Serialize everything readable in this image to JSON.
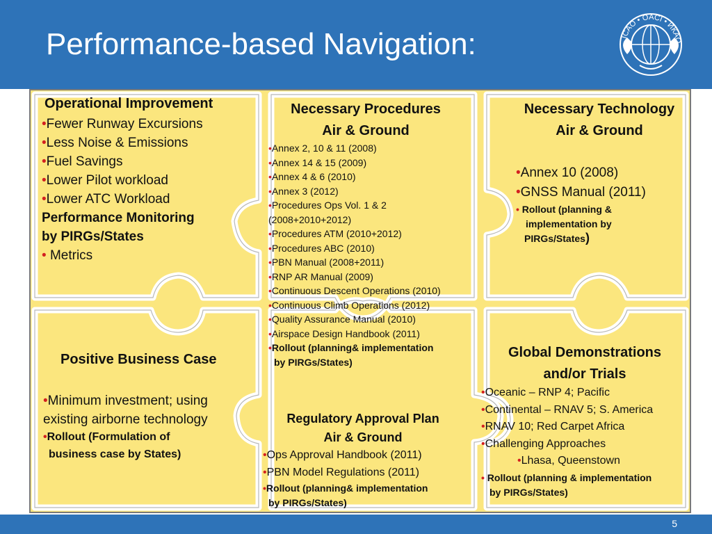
{
  "slide": {
    "title": "Performance-based Navigation:",
    "page_number": "5",
    "colors": {
      "title_bar": "#2e73b8",
      "puzzle_fill": "#fbe67e",
      "bullet": "#d32020"
    },
    "logo": {
      "icon": "icao-emblem-icon",
      "ring_text": "ICAO • OACI • ИКАО"
    }
  },
  "puzzle": {
    "operational": {
      "heading": "Operational Improvement",
      "items": [
        "Fewer Runway Excursions",
        "Less Noise & Emissions",
        "Fuel Savings",
        "Lower Pilot workload",
        "Lower ATC Workload"
      ],
      "monitoring_line1": "Performance Monitoring",
      "monitoring_line2": "by PIRGs/States",
      "metrics": "Metrics"
    },
    "procedures": {
      "heading_line1": "Necessary Procedures",
      "heading_line2": "Air & Ground",
      "items": [
        "Annex 2, 10 & 11 (2008)",
        "Annex 14 & 15 (2009)",
        "Annex 4 & 6 (2010)",
        "Annex 3 (2012)",
        "Procedures Ops Vol. 1 & 2",
        "(2008+2010+2012)",
        "Procedures ATM (2010+2012)",
        "Procedures ABC (2010)",
        "PBN Manual (2008+2011)",
        "RNP AR Manual (2009)",
        "Continuous Descent Operations (2010)",
        "Continuous Climb Operations (2012)",
        "Quality Assurance Manual (2010)",
        "Airspace Design Handbook (2011)"
      ],
      "rollout_line1": "Rollout  (planning& implementation",
      "rollout_line2": "by PIRGs/States)"
    },
    "technology": {
      "heading_line1": "Necessary Technology",
      "heading_line2": "Air & Ground",
      "items": [
        "Annex 10 (2008)",
        "GNSS Manual (2011)"
      ],
      "rollout_line1": "Rollout  (planning &",
      "rollout_line2": "implementation  by",
      "rollout_line3": "PIRGs/States",
      "rollout_close": ")"
    },
    "business": {
      "heading": "Positive Business Case",
      "item_line1": "Minimum investment; using",
      "item_line2": "existing airborne technology",
      "rollout_line1": "Rollout (Formulation of",
      "rollout_line2": "business case by States)"
    },
    "regulatory": {
      "heading_line1": "Regulatory Approval Plan",
      "heading_line2": "Air & Ground",
      "items": [
        "Ops Approval Handbook (2011)",
        "PBN Model Regulations (2011)"
      ],
      "rollout_line1": "Rollout  (planning& implementation",
      "rollout_line2": "by PIRGs/States)"
    },
    "global": {
      "heading_line1": "Global Demonstrations",
      "heading_line2": "and/or Trials",
      "items": [
        "Oceanic – RNP 4; Pacific",
        "Continental – RNAV 5; S. America",
        "RNAV 10; Red Carpet Africa",
        "Challenging Approaches"
      ],
      "sub_item": "Lhasa, Queenstown",
      "rollout_line1": "Rollout  (planning &  implementation",
      "rollout_line2": "by PIRGs/States)"
    }
  }
}
